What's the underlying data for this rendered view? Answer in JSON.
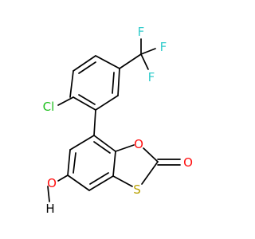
{
  "colors": {
    "bond": "#000000",
    "carbon": "#000000",
    "fluorine": "#33CCCC",
    "chlorine": "#1FC01F",
    "oxygen": "#FF0D0D",
    "sulfur": "#B8A000",
    "background": "#FFFFFF"
  },
  "atoms": {
    "f1": "F",
    "f2": "F",
    "f3": "F",
    "cl": "Cl",
    "o_ring": "O",
    "o_carbonyl": "O",
    "s_ring": "S",
    "o_hydroxyl": "O",
    "h_hydroxyl": "H"
  }
}
